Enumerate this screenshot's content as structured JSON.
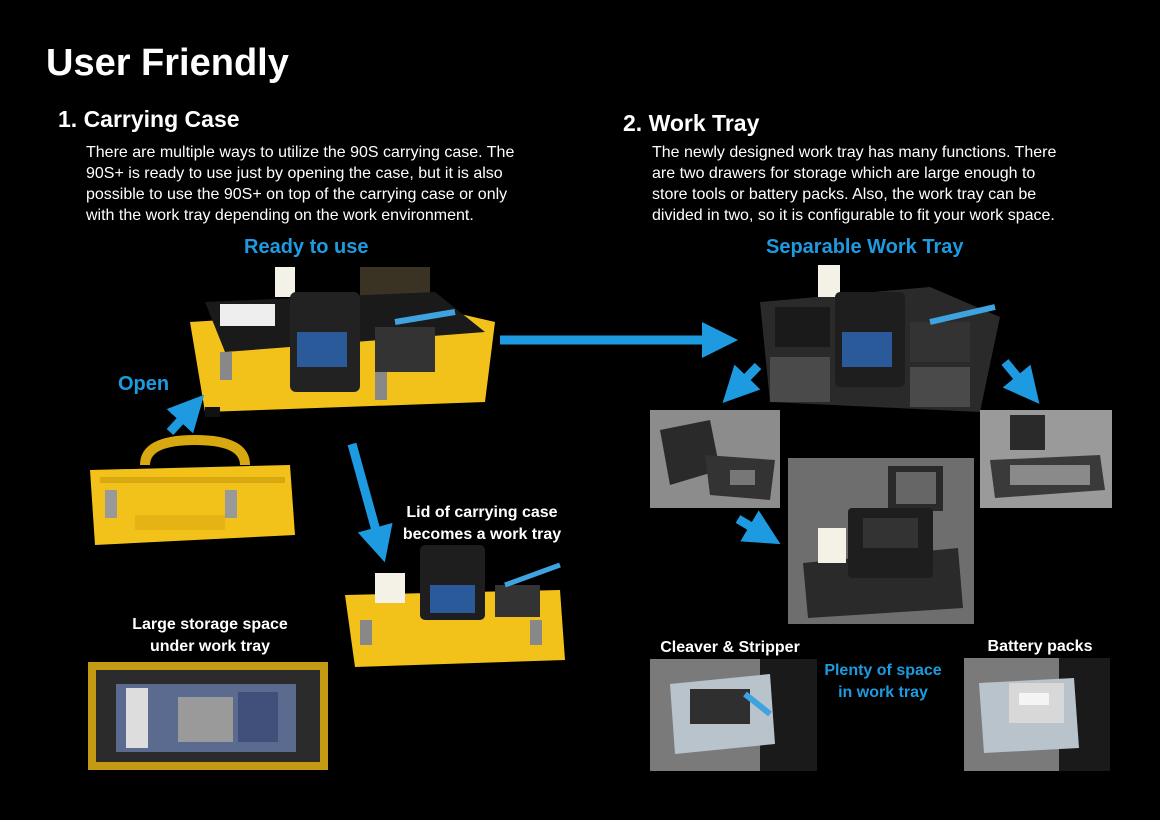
{
  "page": {
    "title": "User Friendly"
  },
  "section1": {
    "heading": "1. Carrying Case",
    "lines": [
      "There are multiple ways to utilize the 90S carrying case. The",
      "90S+ is ready to use just by opening the case, but it is also",
      "possible to use the 90S+ on top of the carrying case or only",
      "with the work tray depending on the work environment."
    ],
    "label_ready": "Ready to use",
    "label_open": "Open",
    "label_lid": [
      "Lid of carrying case",
      "becomes a work tray"
    ],
    "label_storage": [
      "Large storage space",
      "under work tray"
    ]
  },
  "section2": {
    "heading": "2. Work Tray",
    "lines": [
      "The newly designed work tray has many functions. There",
      "are two drawers for storage which are large enough to",
      "store tools or battery packs. Also, the work tray can be",
      "divided in two, so it is configurable to fit your work space."
    ],
    "label_separable": "Separable Work Tray",
    "label_cleaver": "Cleaver & Stripper",
    "label_plenty": [
      "Plenty of space",
      "in work tray"
    ],
    "label_battery": "Battery packs"
  },
  "colors": {
    "background": "#000000",
    "accent_blue": "#1e9be0",
    "case_yellow": "#f2c21b"
  }
}
